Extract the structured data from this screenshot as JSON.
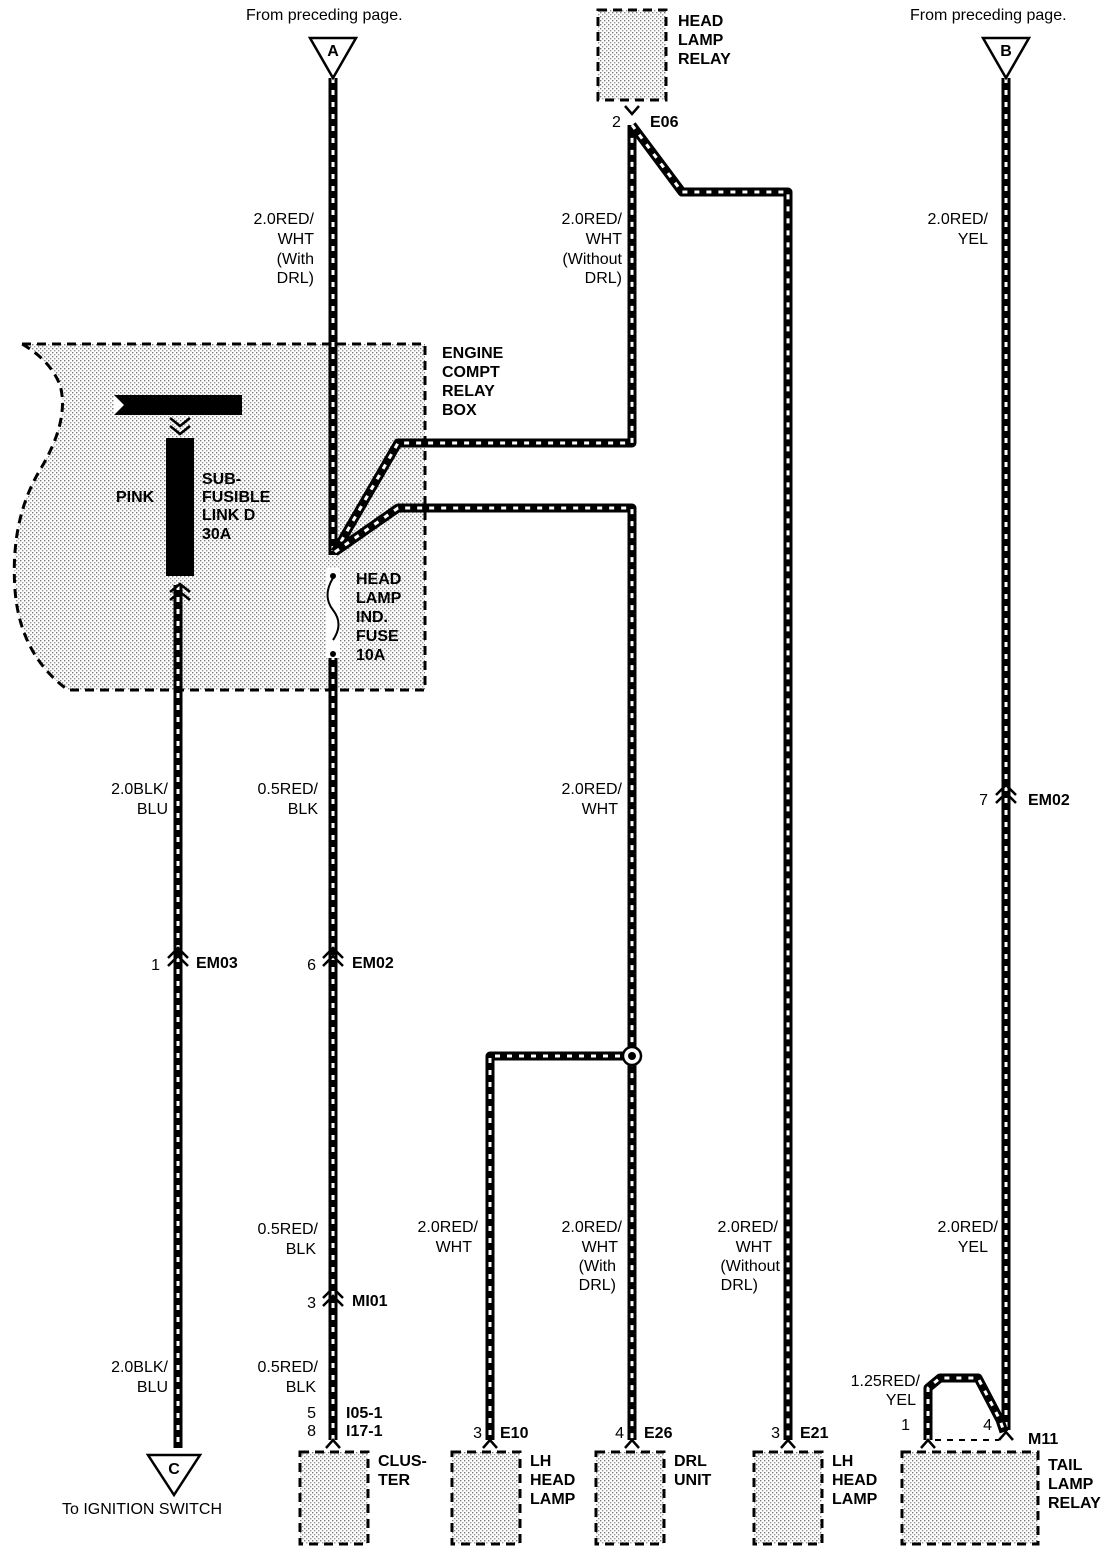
{
  "page_refs": {
    "from_left": "From preceding page.",
    "from_right": "From preceding page.",
    "to_bottom": "To IGNITION SWITCH"
  },
  "offpage": {
    "a": "A",
    "b": "B",
    "c": "C"
  },
  "components": {
    "head_lamp_relay": [
      "HEAD",
      "LAMP",
      "RELAY"
    ],
    "relay_box": [
      "ENGINE",
      "COMPT",
      "RELAY",
      "BOX"
    ],
    "sub_fusible": [
      "SUB-",
      "FUSIBLE",
      "LINK D",
      "30A"
    ],
    "pink": "PINK",
    "hl_fuse": [
      "HEAD",
      "LAMP",
      "IND.",
      "FUSE",
      "10A"
    ],
    "cluster": [
      "CLUS-",
      "TER"
    ],
    "lh_head_lamp_1": [
      "LH",
      "HEAD",
      "LAMP"
    ],
    "drl_unit": [
      "DRL",
      "UNIT"
    ],
    "lh_head_lamp_2": [
      "LH",
      "HEAD",
      "LAMP"
    ],
    "tail_lamp_relay": [
      "TAIL",
      "LAMP",
      "RELAY"
    ]
  },
  "wires": {
    "a_top": [
      "2.0RED/",
      "WHT",
      "(With",
      "DRL)"
    ],
    "e06_down": [
      "2.0RED/",
      "WHT",
      "(Without",
      "DRL)"
    ],
    "b_top": [
      "2.0RED/",
      "YEL"
    ],
    "blk_upper": [
      "2.0BLK/",
      "BLU"
    ],
    "red_blk_upper": [
      "0.5RED/",
      "BLK"
    ],
    "mid_red_wht": [
      "2.0RED/",
      "WHT"
    ],
    "red_blk_mid": [
      "0.5RED/",
      "BLK"
    ],
    "red_blk_lower": [
      "0.5RED/",
      "BLK"
    ],
    "blk_lower": [
      "2.0BLK/",
      "BLU"
    ],
    "e10_wire": [
      "2.0RED/",
      "WHT"
    ],
    "e26_wire": [
      "2.0RED/",
      "WHT",
      "(With",
      "DRL)"
    ],
    "e21_wire": [
      "2.0RED/",
      "WHT",
      "(Without",
      "DRL)"
    ],
    "b_lower": [
      "2.0RED/",
      "YEL"
    ],
    "m11_loop": [
      "1.25RED/",
      "YEL"
    ]
  },
  "connectors": {
    "e06": {
      "pin": "2",
      "name": "E06"
    },
    "em03": {
      "pin": "1",
      "name": "EM03"
    },
    "em02_left": {
      "pin": "6",
      "name": "EM02"
    },
    "em02_right": {
      "pin": "7",
      "name": "EM02"
    },
    "mi01": {
      "pin": "3",
      "name": "MI01"
    },
    "cluster": {
      "pins": [
        "5",
        "8"
      ],
      "names": [
        "I05-1",
        "I17-1"
      ]
    },
    "e10": {
      "pin": "3",
      "name": "E10"
    },
    "e26": {
      "pin": "4",
      "name": "E26"
    },
    "e21": {
      "pin": "3",
      "name": "E21"
    },
    "m11": {
      "pins": [
        "1",
        "4"
      ],
      "name": "M11"
    }
  }
}
